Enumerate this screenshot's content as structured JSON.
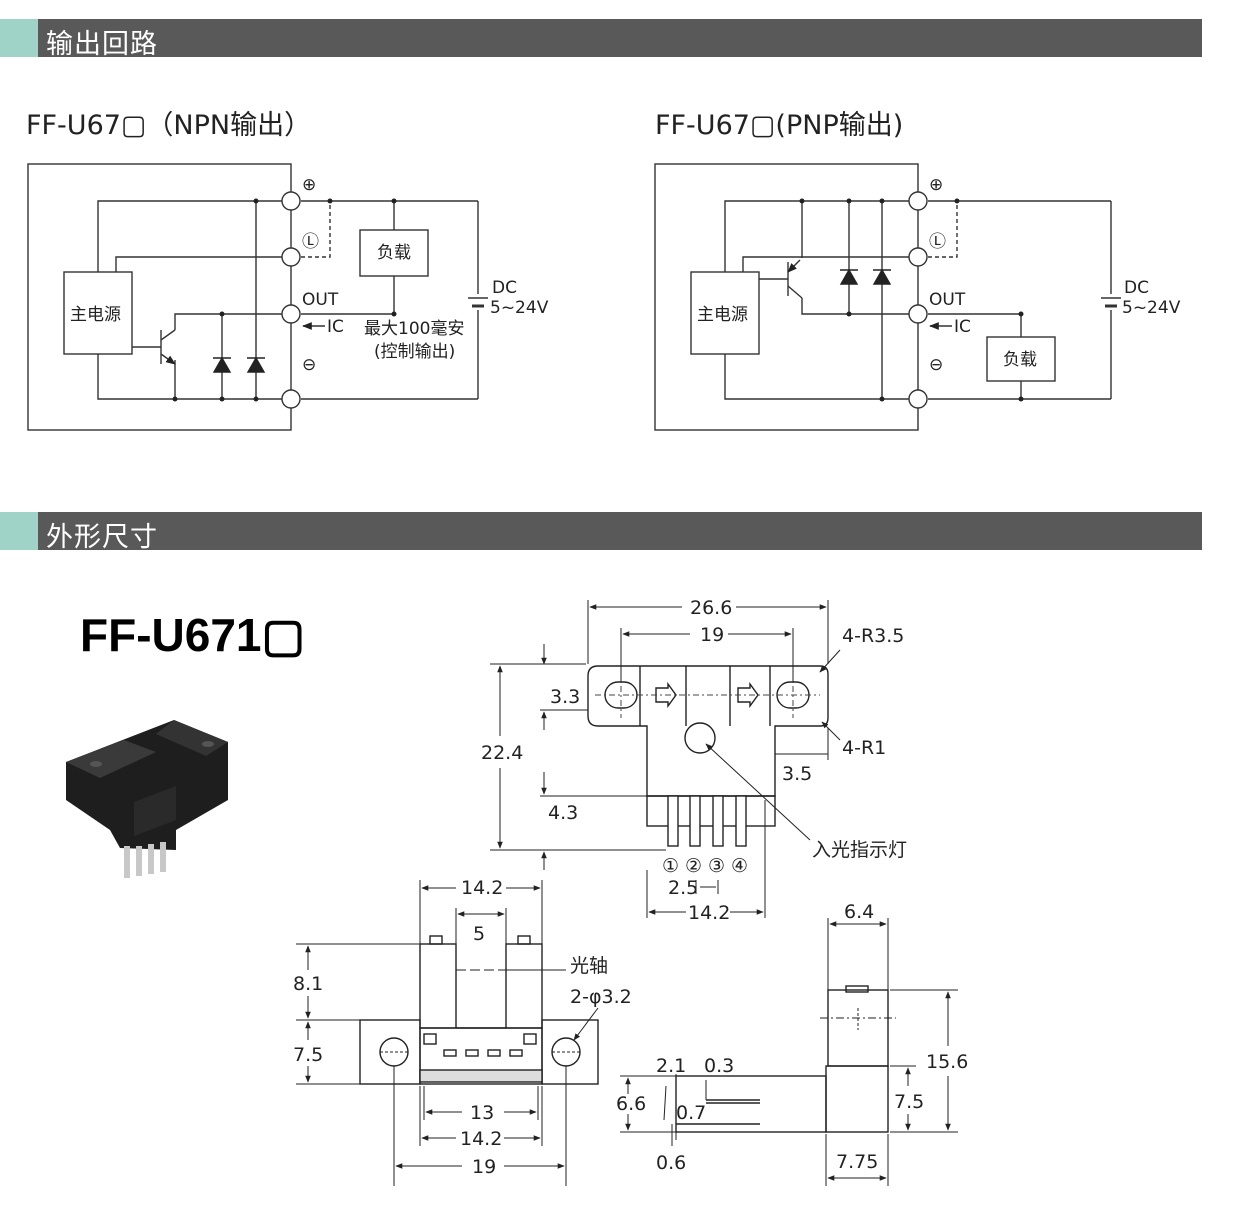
{
  "sections": {
    "output_circuit": "输出回路",
    "dimensions": "外形尺寸"
  },
  "npn": {
    "title": "FF-U67▢（NPN输出）",
    "plus": "⊕",
    "l": "Ⓛ",
    "minus": "⊖",
    "out": "OUT",
    "ic": "IC",
    "main_power": "主电源",
    "load": "负载",
    "dc": "DC",
    "voltage": "5~24V",
    "max_current": "最大100毫安",
    "control_output": "(控制输出)"
  },
  "pnp": {
    "title": "FF-U67▢(PNP输出)",
    "plus": "⊕",
    "l": "Ⓛ",
    "minus": "⊖",
    "out": "OUT",
    "ic": "IC",
    "main_power": "主电源",
    "load": "负载",
    "dc": "DC",
    "voltage": "5~24V"
  },
  "model": "FF-U671▢",
  "dims": {
    "d26_6": "26.6",
    "d19_top": "19",
    "r35": "4-R3.5",
    "r1": "4-R1",
    "d3_3": "3.3",
    "d22_4": "22.4",
    "d3_5": "3.5",
    "d4_3": "4.3",
    "indicator": "入光指示灯",
    "d2_5": "2.5",
    "d14_2_top": "14.2",
    "pins": [
      "①",
      "②",
      "③",
      "④"
    ],
    "f14_2": "14.2",
    "f5": "5",
    "f8_1": "8.1",
    "f7_5": "7.5",
    "optical_axis": "光轴",
    "holes": "2-φ3.2",
    "f13": "13",
    "f14_2b": "14.2",
    "f19": "19",
    "s6_4": "6.4",
    "s15_6": "15.6",
    "s2_1": "2.1",
    "s0_3": "0.3",
    "s6_6": "6.6",
    "s0_7": "0.7",
    "s7_5": "7.5",
    "s0_6": "0.6",
    "s7_75": "7.75"
  },
  "colors": {
    "accent": "#9fd3c7",
    "bar": "#595959"
  }
}
